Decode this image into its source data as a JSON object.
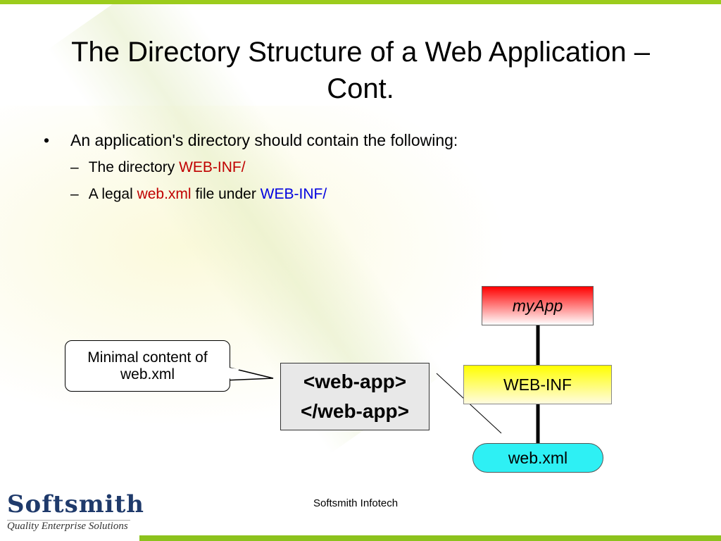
{
  "title": "The Directory Structure of a Web Application – Cont.",
  "bullets": {
    "main": "An application's directory should contain the following:",
    "sub1": {
      "prefix": "The directory ",
      "highlight": "WEB-INF/"
    },
    "sub2": {
      "prefix": "A legal ",
      "highlight1": "web.xml",
      "middle": " file under ",
      "highlight2": "WEB-INF/"
    }
  },
  "diagram": {
    "callout": "Minimal content of web.xml",
    "code_open": "<web-app>",
    "code_close": "</web-app>",
    "myapp": "myApp",
    "webinf": "WEB-INF",
    "webxml": "web.xml"
  },
  "footer": "Softsmith Infotech",
  "logo": {
    "name": "Softsmith",
    "tagline": "Quality Enterprise Solutions"
  }
}
